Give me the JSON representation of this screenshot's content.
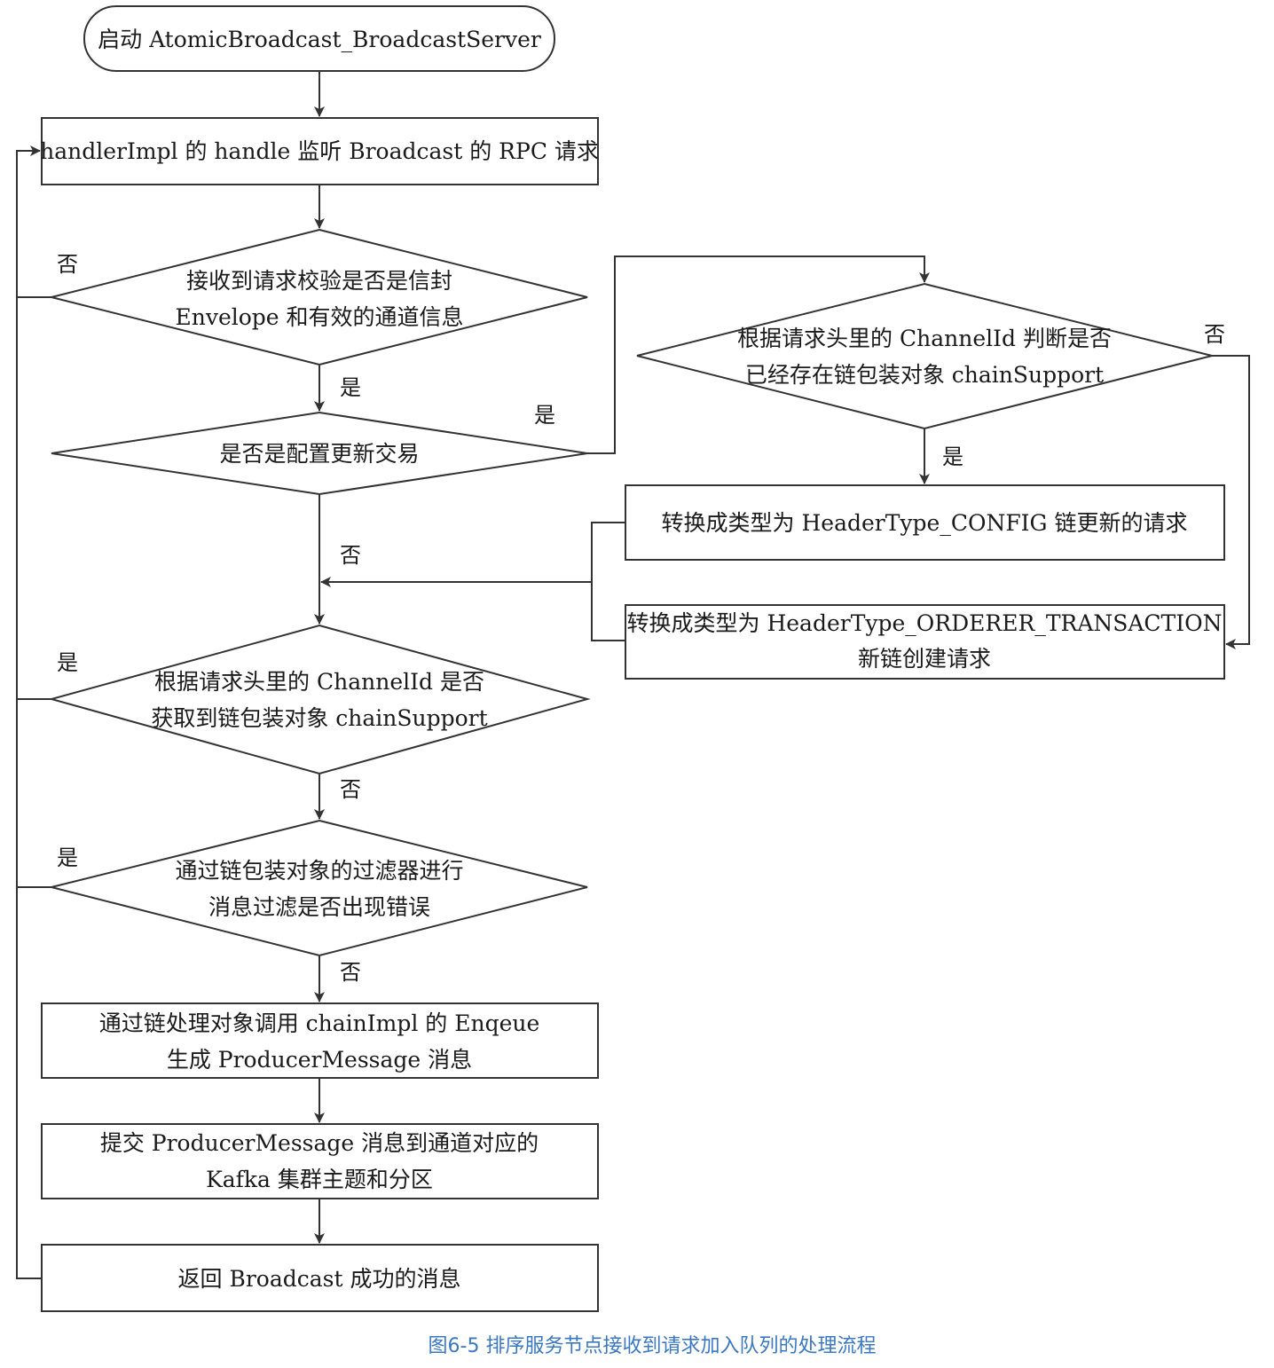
{
  "colors": {
    "line": "#333333",
    "text": "#1a1a1a",
    "caption": "#3a78c4"
  },
  "nodes": {
    "start": {
      "lines": [
        "启动 AtomicBroadcast_BroadcastServer"
      ]
    },
    "listen": {
      "lines": [
        "handlerImpl 的 handle 监听 Broadcast 的 RPC 请求"
      ]
    },
    "check_envelope": {
      "lines": [
        "接收到请求校验是否是信封",
        "Envelope 和有效的通道信息"
      ]
    },
    "is_config": {
      "lines": [
        "是否是配置更新交易"
      ]
    },
    "chain_exists": {
      "lines": [
        "根据请求头里的 ChannelId 判断是否",
        "已经存在链包装对象 chainSupport"
      ]
    },
    "convert_config": {
      "lines": [
        "转换成类型为 HeaderType_CONFIG 链更新的请求"
      ]
    },
    "convert_orderer": {
      "lines": [
        "转换成类型为 HeaderType_ORDERER_TRANSACTION",
        "新链创建请求"
      ]
    },
    "get_chain": {
      "lines": [
        "根据请求头里的 ChannelId 是否",
        "获取到链包装对象 chainSupport"
      ]
    },
    "filter": {
      "lines": [
        "通过链包装对象的过滤器进行",
        "消息过滤是否出现错误"
      ]
    },
    "enqueue": {
      "lines": [
        "通过链处理对象调用 chainImpl 的 Enqeue",
        "生成 ProducerMessage 消息"
      ]
    },
    "submit": {
      "lines": [
        "提交 ProducerMessage 消息到通道对应的",
        "Kafka 集群主题和分区"
      ]
    },
    "return_success": {
      "lines": [
        "返回 Broadcast 成功的消息"
      ]
    }
  },
  "edge_labels": {
    "check_envelope_no": "否",
    "check_envelope_yes": "是",
    "is_config_yes": "是",
    "is_config_no": "否",
    "chain_exists_no": "否",
    "chain_exists_yes": "是",
    "get_chain_yes": "是",
    "get_chain_no": "否",
    "filter_yes": "是",
    "filter_no": "否"
  },
  "caption": "图6-5 排序服务节点接收到请求加入队列的处理流程"
}
